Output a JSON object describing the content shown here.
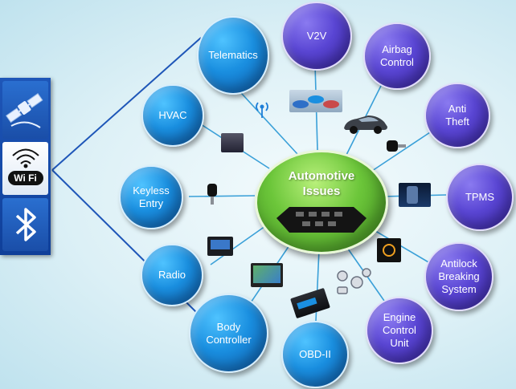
{
  "center": {
    "label": "Automotive\nIssues"
  },
  "connectivity": {
    "items": [
      {
        "icon": "satellite-icon"
      },
      {
        "icon": "wifi-icon",
        "label": "Wi Fi"
      },
      {
        "icon": "bluetooth-icon"
      }
    ]
  },
  "nodes": [
    {
      "id": "telematics",
      "label": "Telematics",
      "color": "blue"
    },
    {
      "id": "hvac",
      "label": "HVAC",
      "color": "blue"
    },
    {
      "id": "keyless-entry",
      "label": "Keyless\nEntry",
      "color": "blue"
    },
    {
      "id": "radio",
      "label": "Radio",
      "color": "blue"
    },
    {
      "id": "body-controller",
      "label": "Body\nController",
      "color": "blue"
    },
    {
      "id": "obd-ii",
      "label": "OBD-II",
      "color": "blue"
    },
    {
      "id": "v2v",
      "label": "V2V",
      "color": "purple"
    },
    {
      "id": "airbag-control",
      "label": "Airbag\nControl",
      "color": "purple"
    },
    {
      "id": "anti-theft",
      "label": "Anti\nTheft",
      "color": "purple"
    },
    {
      "id": "tpms",
      "label": "TPMS",
      "color": "purple"
    },
    {
      "id": "antilock-breaking-system",
      "label": "Antilock\nBreaking\nSystem",
      "color": "purple"
    },
    {
      "id": "engine-control-unit",
      "label": "Engine\nControl\nUnit",
      "color": "purple"
    }
  ],
  "pictures": [
    {
      "id": "antenna-icon"
    },
    {
      "id": "v2v-cars-image"
    },
    {
      "id": "car-image"
    },
    {
      "id": "hvac-unit-image"
    },
    {
      "id": "car-key-fob-image"
    },
    {
      "id": "key-fob-image"
    },
    {
      "id": "tpms-sensor-image"
    },
    {
      "id": "radio-unit-image"
    },
    {
      "id": "abs-warning-light-image"
    },
    {
      "id": "navigation-screen-image"
    },
    {
      "id": "engine-components-image"
    },
    {
      "id": "obd-adapter-image"
    }
  ],
  "colors": {
    "blue_node": "#1a8fe0",
    "purple_node": "#5a46d4",
    "center_node": "#6cc63a",
    "connector": "#3aa0d8",
    "panel": "#1e56b8"
  }
}
